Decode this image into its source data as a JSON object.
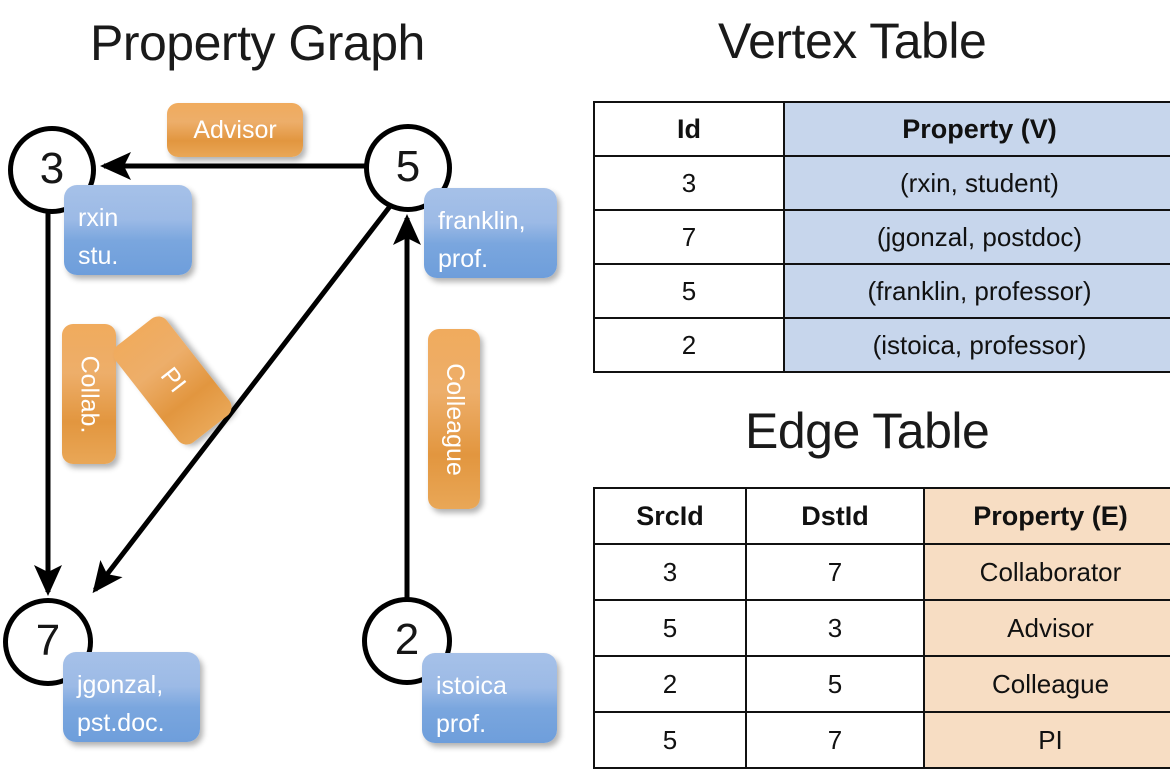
{
  "titles": {
    "property_graph": "Property Graph",
    "vertex_table": "Vertex Table",
    "edge_table": "Edge Table"
  },
  "colors": {
    "vertex_property_fill": "#c7d6ec",
    "edge_property_fill": "#f7ddc3",
    "vertex_box_fill": "#7aa6de",
    "edge_label_fill": "#e9a757",
    "node_stroke": "#000000",
    "background": "#ffffff"
  },
  "graph": {
    "nodes": [
      {
        "id": "3",
        "label": "3",
        "property_lines": [
          "rxin",
          "stu."
        ]
      },
      {
        "id": "5",
        "label": "5",
        "property_lines": [
          "franklin,",
          "prof."
        ]
      },
      {
        "id": "7",
        "label": "7",
        "property_lines": [
          "jgonzal,",
          "pst.doc."
        ]
      },
      {
        "id": "2",
        "label": "2",
        "property_lines": [
          "istoica",
          "prof."
        ]
      }
    ],
    "edge_labels": [
      {
        "name": "advisor",
        "text": "Advisor",
        "orientation": "horizontal"
      },
      {
        "name": "collab",
        "text": "Collab.",
        "orientation": "vertical"
      },
      {
        "name": "pi",
        "text": "PI",
        "orientation": "rotated"
      },
      {
        "name": "colleague",
        "text": "Colleague",
        "orientation": "vertical"
      }
    ],
    "edges": [
      {
        "from": "5",
        "to": "3",
        "label": "Advisor"
      },
      {
        "from": "3",
        "to": "7",
        "label": "Collab."
      },
      {
        "from": "5",
        "to": "7",
        "label": "PI"
      },
      {
        "from": "2",
        "to": "5",
        "label": "Colleague"
      }
    ]
  },
  "vertex_table": {
    "headers": [
      "Id",
      "Property (V)"
    ],
    "rows": [
      {
        "id": "3",
        "property": "(rxin, student)"
      },
      {
        "id": "7",
        "property": "(jgonzal, postdoc)"
      },
      {
        "id": "5",
        "property": "(franklin, professor)"
      },
      {
        "id": "2",
        "property": "(istoica, professor)"
      }
    ]
  },
  "edge_table": {
    "headers": [
      "SrcId",
      "DstId",
      "Property (E)"
    ],
    "rows": [
      {
        "src": "3",
        "dst": "7",
        "property": "Collaborator"
      },
      {
        "src": "5",
        "dst": "3",
        "property": "Advisor"
      },
      {
        "src": "2",
        "dst": "5",
        "property": "Colleague"
      },
      {
        "src": "5",
        "dst": "7",
        "property": "PI"
      }
    ]
  }
}
